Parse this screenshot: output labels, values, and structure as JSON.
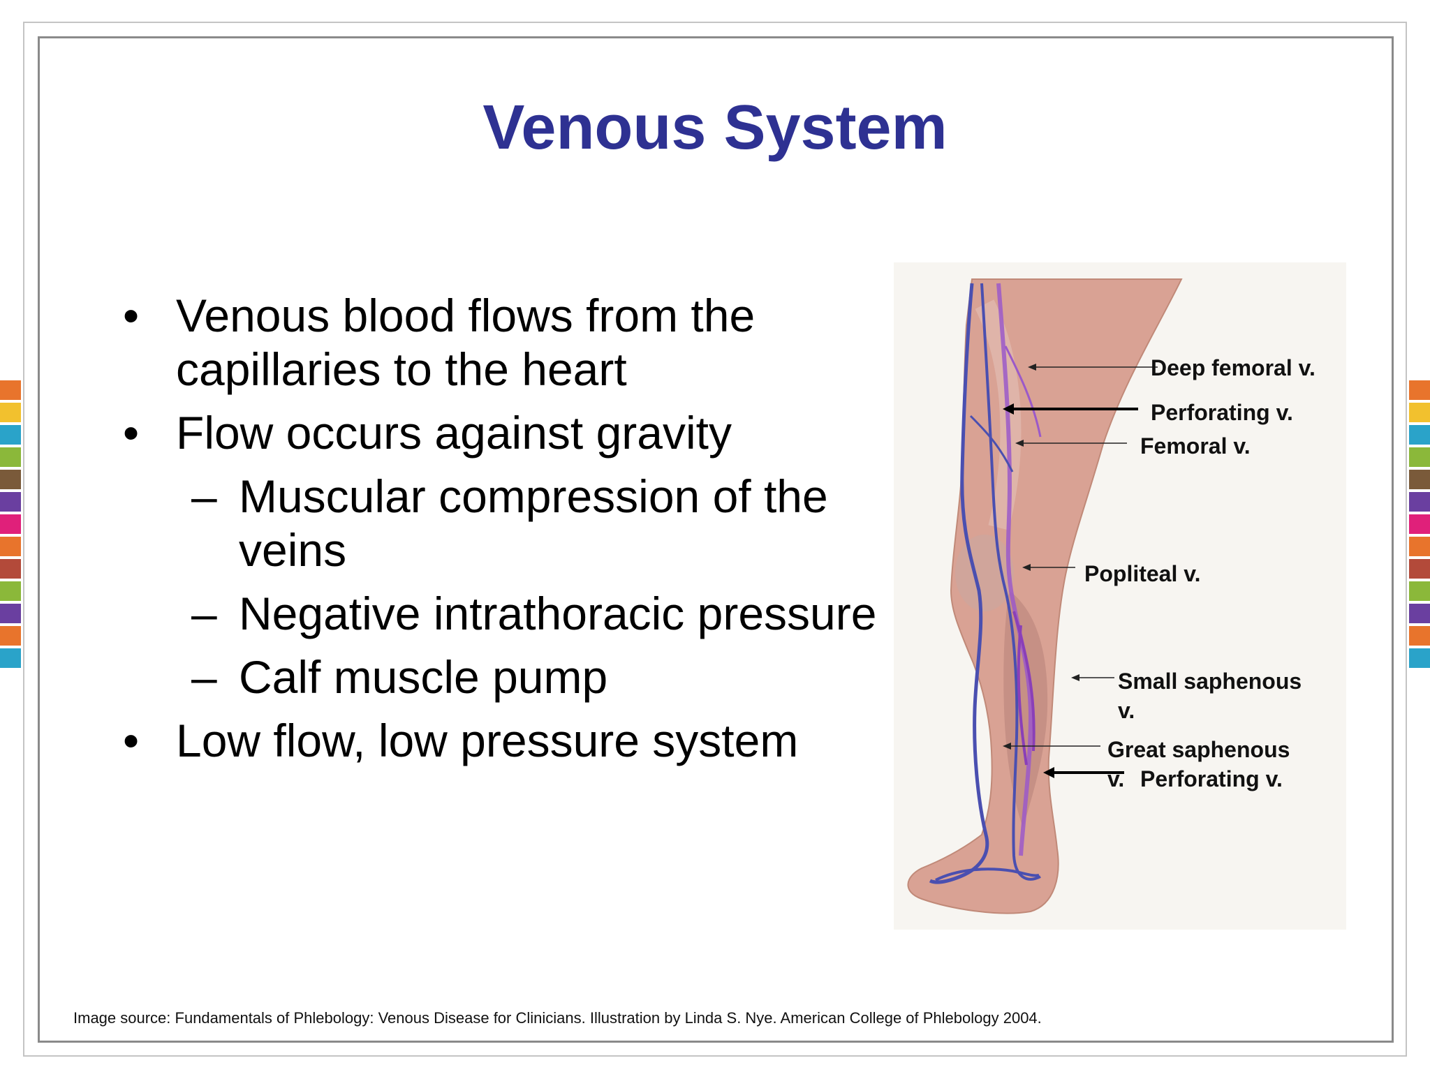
{
  "slide": {
    "title": "Venous System",
    "bullets": [
      {
        "marker": "•",
        "text": "Venous blood flows from the capillaries to the heart"
      },
      {
        "marker": "•",
        "text": "Flow occurs against gravity"
      },
      {
        "marker": "–",
        "text": "Muscular compression of the veins"
      },
      {
        "marker": "–",
        "text": "Negative intrathoracic pressure"
      },
      {
        "marker": "–",
        "text": "Calf muscle pump"
      },
      {
        "marker": "•",
        "text": "Low flow, low pressure system"
      }
    ],
    "labels": {
      "deep_femoral": "Deep femoral v.",
      "perforating_upper": "Perforating v.",
      "femoral": "Femoral v.",
      "popliteal": "Popliteal v.",
      "small_saphenous": "Small saphenous v.",
      "great_saphenous": "Great saphenous v.",
      "perforating_lower": "Perforating v."
    },
    "source": "Image source: Fundamentals of Phlebology: Venous Disease for Clinicians. Illustration by Linda S. Nye. American College of Phlebology 2004."
  },
  "colors": {
    "title": "#2e3192",
    "vein_blue": "#4a4fb0",
    "vein_purple": "#9b59c9",
    "skin": "#d9a294",
    "stripes": [
      "#e8742c",
      "#f2c12e",
      "#2aa3c9",
      "#8bb83a",
      "#7a5a3a",
      "#6a3fa0",
      "#e0207a",
      "#e8742c",
      "#b34a3a",
      "#8bb83a",
      "#6a3fa0",
      "#e8742c",
      "#2aa3c9"
    ]
  }
}
